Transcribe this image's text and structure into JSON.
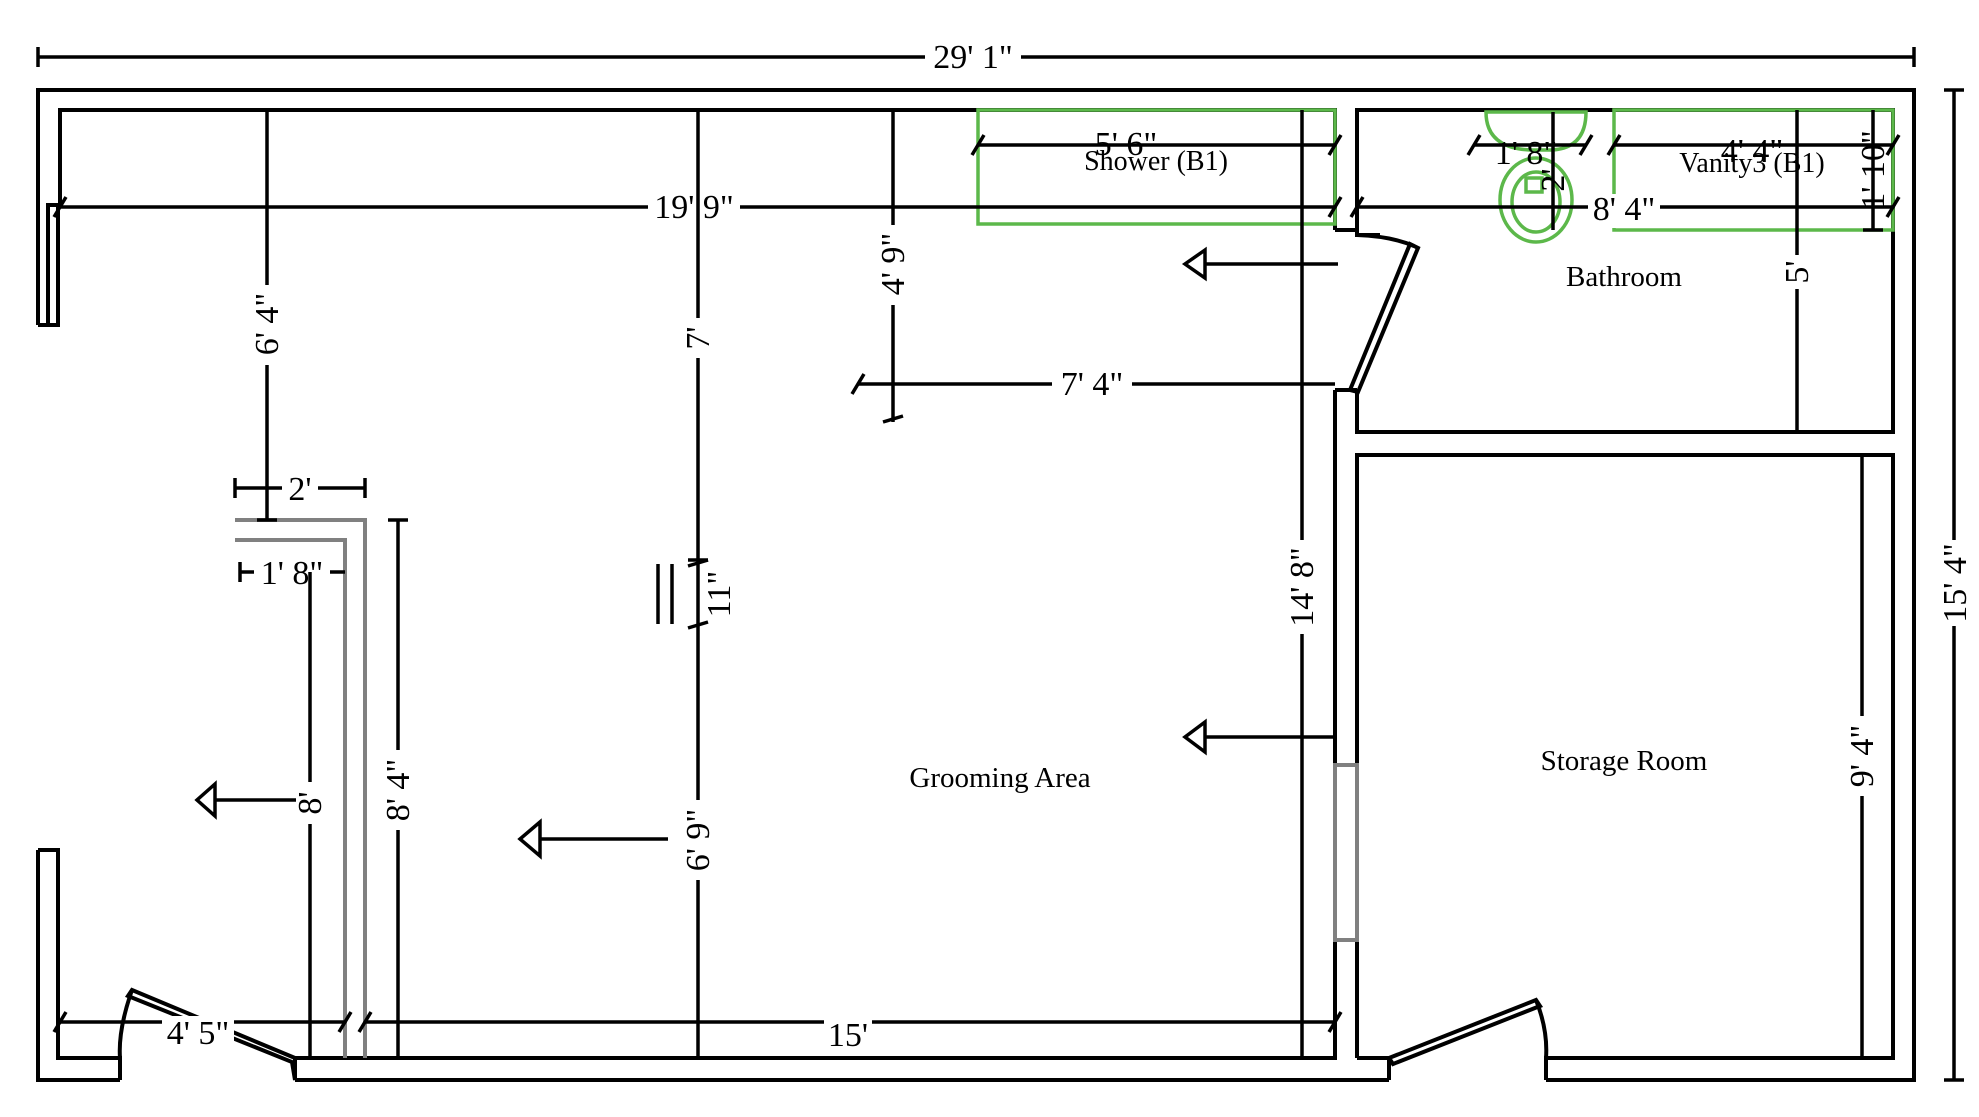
{
  "plan": {
    "overall_width": "29' 1\"",
    "overall_height": "15' 4\""
  },
  "rooms": {
    "grooming": "Grooming Area",
    "bathroom": "Bathroom",
    "storage": "Storage Room"
  },
  "fixtures": {
    "shower": "Shower (B1)",
    "vanity": "Vanity3 (B1)"
  },
  "dimensions": {
    "d_19_9": "19' 9\"",
    "d_5_6": "5' 6\"",
    "d_1_8_top": "1' 8\"",
    "d_2_toilet": "2'",
    "d_4_4": "4' 4\"",
    "d_1_10": "1' 10\"",
    "d_8_4_bath": "8' 4\"",
    "d_5_bath": "5'",
    "d_6_4": "6' 4\"",
    "d_7": "7'",
    "d_4_9": "4' 9\"",
    "d_7_4": "7' 4\"",
    "d_2_wall": "2'",
    "d_1_8_wall": "1' 8\"",
    "d_11": "11\"",
    "d_14_8": "14' 8\"",
    "d_9_4": "9' 4\"",
    "d_8": "8'",
    "d_8_4": "8' 4\"",
    "d_6_9": "6' 9\"",
    "d_4_5": "4' 5\"",
    "d_15": "15'"
  },
  "colors": {
    "walls": "#000000",
    "partial_wall": "#808080",
    "fixture_outline": "#5cb84a"
  }
}
